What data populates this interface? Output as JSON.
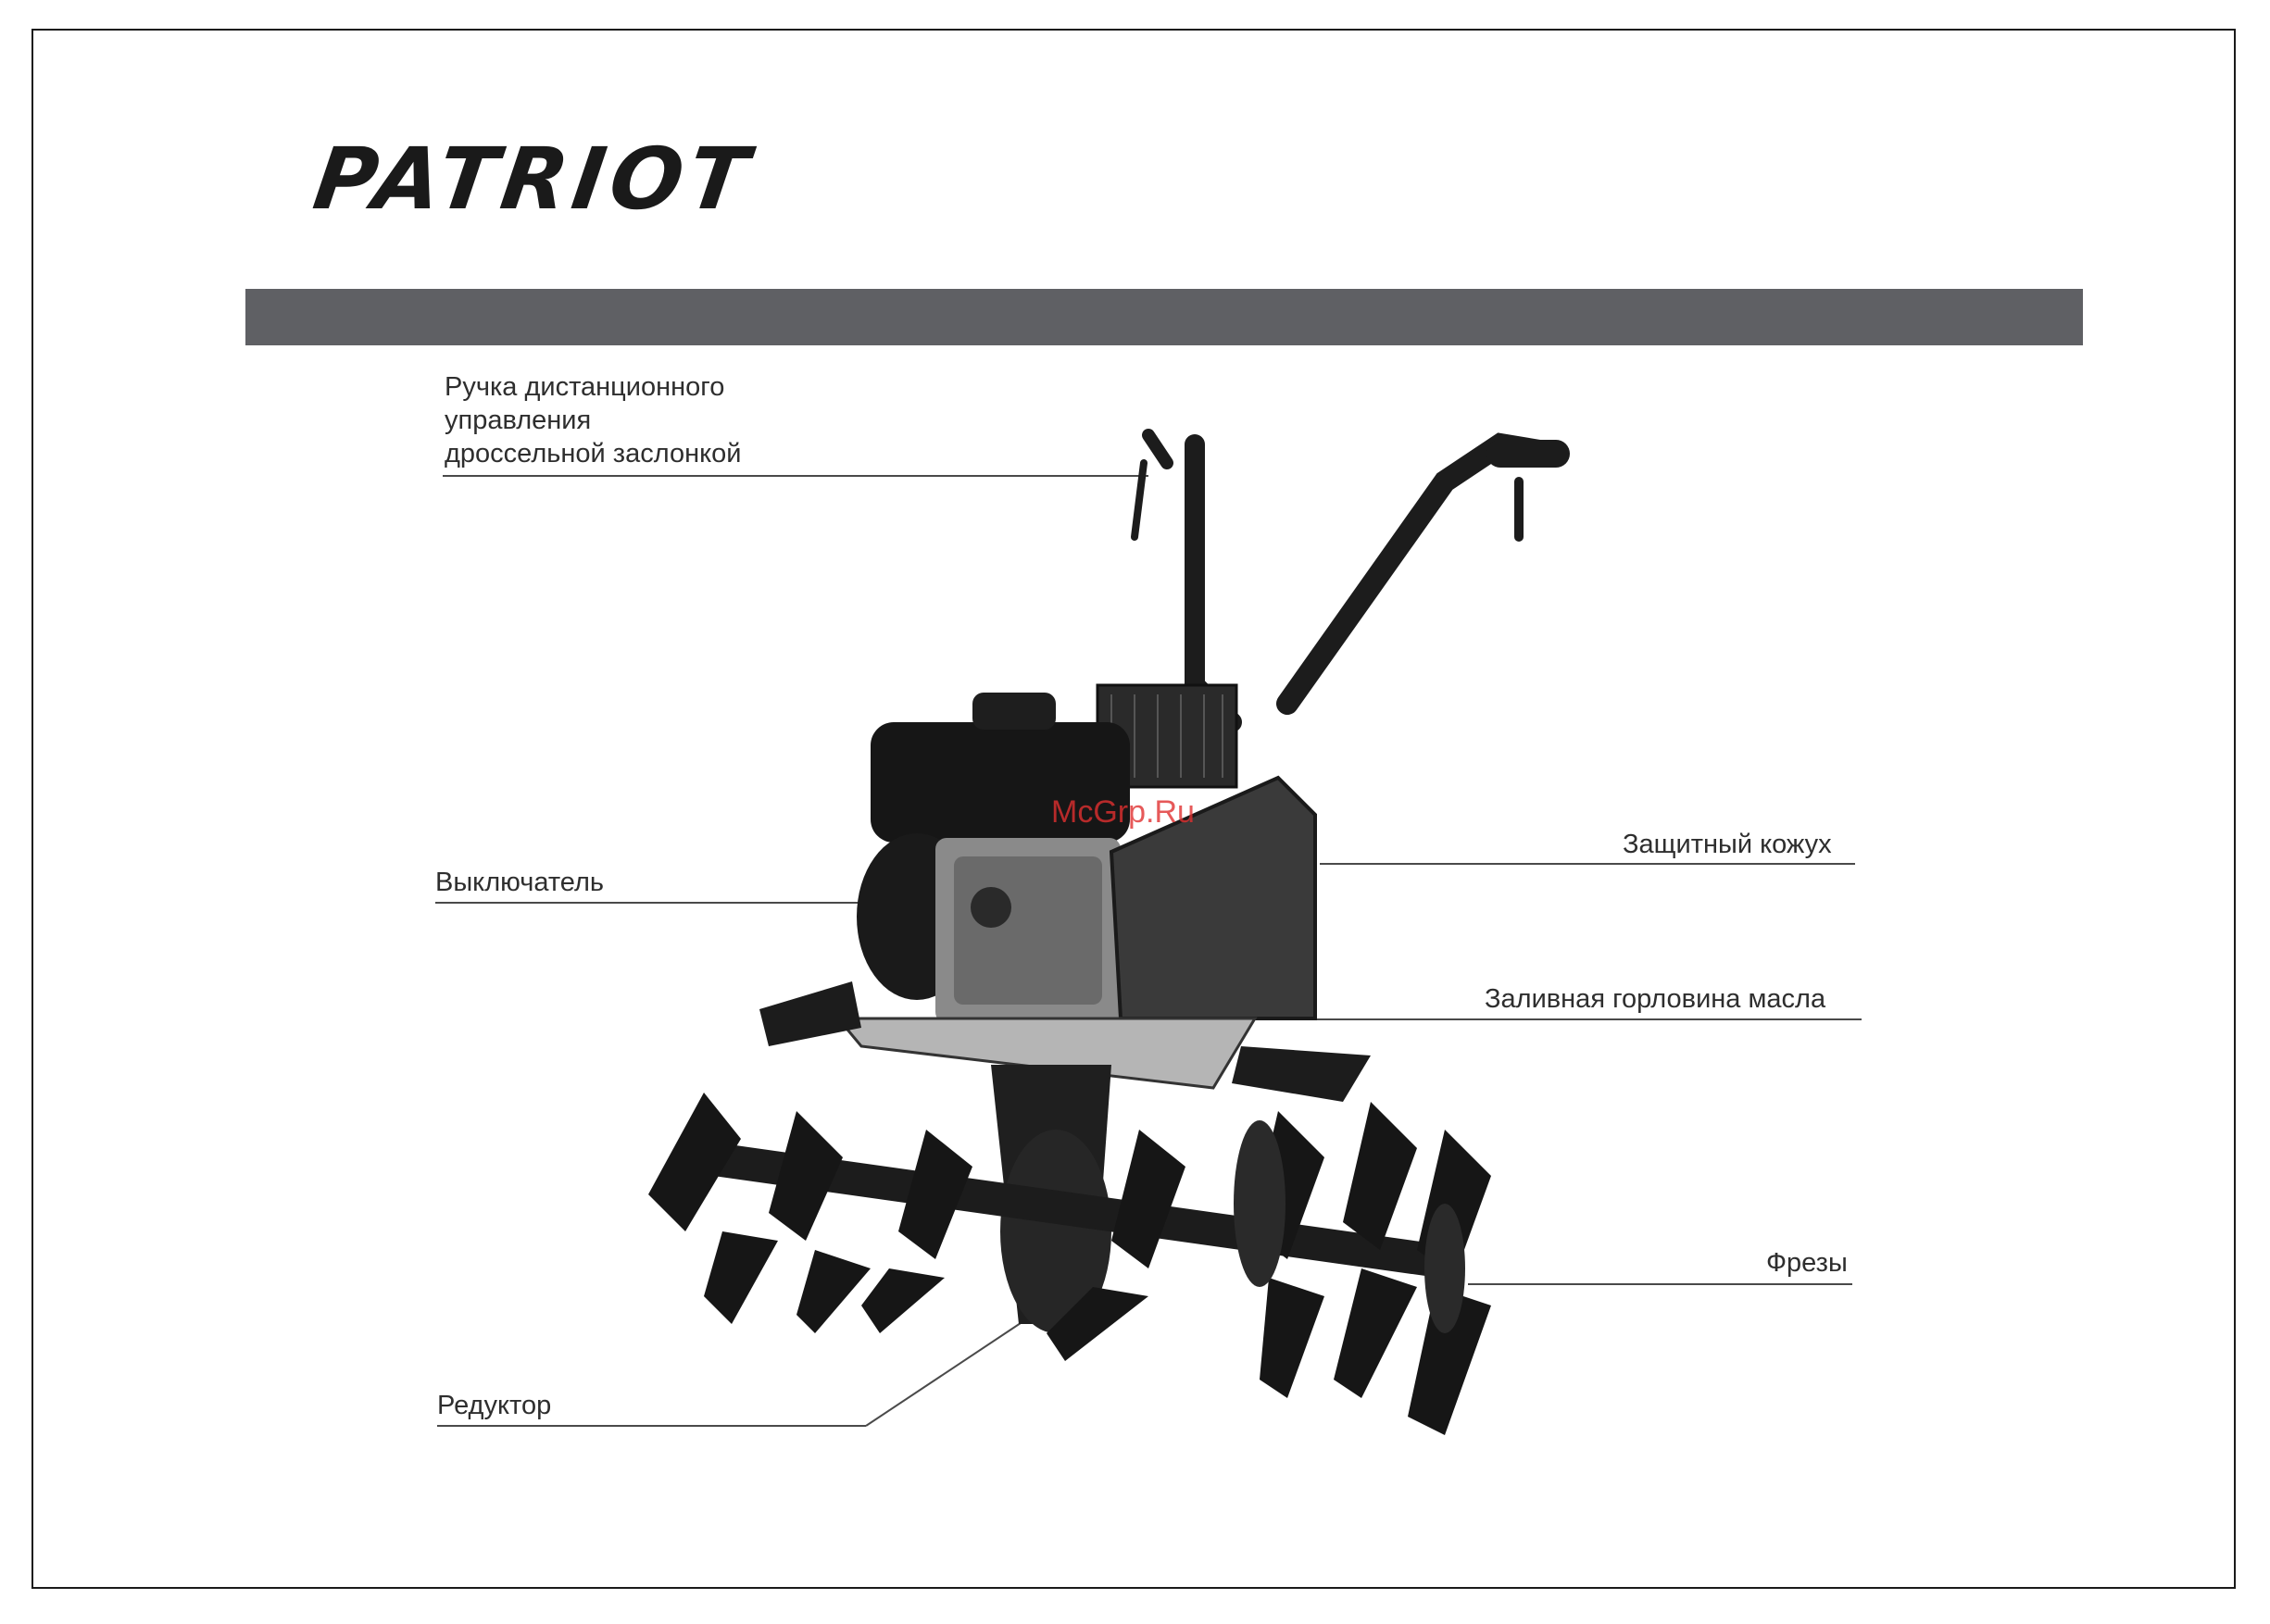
{
  "brand": {
    "logo_text": "PATRIOT"
  },
  "watermark": "McGrp.Ru",
  "labels": {
    "throttle_line1": "Ручка дистанционного",
    "throttle_line2": "управления",
    "throttle_line3": "дроссельной заслонкой",
    "switch": "Выключатель",
    "reducer": "Редуктор",
    "guard": "Защитный кожух",
    "oil_filler": "Заливная горловина масла",
    "tillers": "Фрезы"
  },
  "colors": {
    "banner": "#5f6064",
    "ink": "#2e2e2e",
    "machine": "#1c1c1c",
    "watermark": "#e03030"
  }
}
